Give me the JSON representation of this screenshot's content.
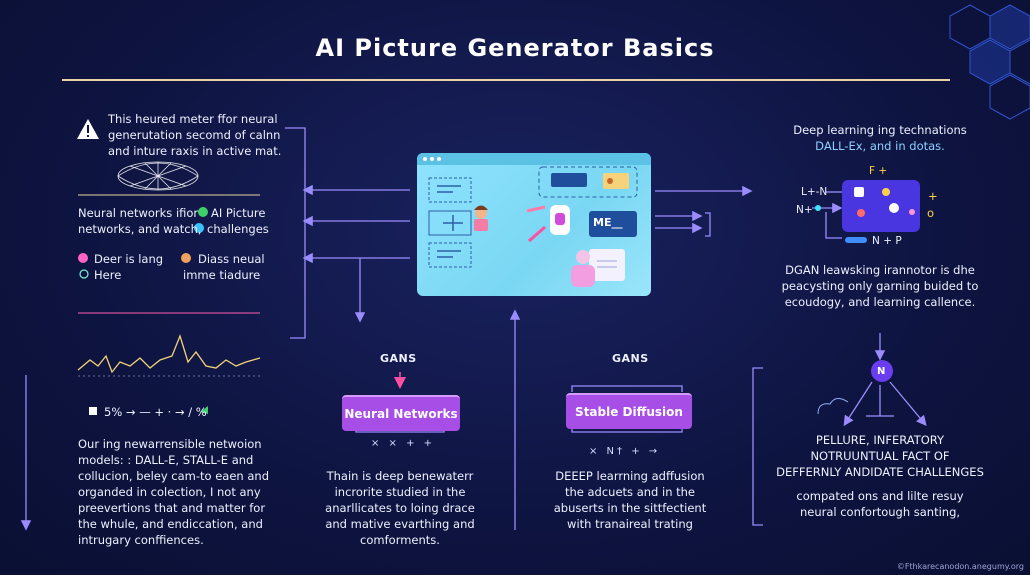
{
  "title": "AI Picture Generator Basics",
  "left": {
    "intro": [
      "This heured meter ffor neural",
      "generutation secomd of calnn",
      "and inture raxis in active mat."
    ],
    "row1_left": [
      "Neural networks ifior",
      "networks, and watch,"
    ],
    "row1_right": [
      "AI Picture",
      "challenges"
    ],
    "row2_left": [
      "Deer is lang",
      "Here"
    ],
    "row2_right": [
      "Diass neual",
      "imme tiadure"
    ],
    "stats": "5%  → — + · →  / %",
    "body": [
      "Our ing newarrensible netwoion",
      "models: : DALL-E, STALL-E and",
      "collucion, beley cam-to eaen and",
      "organded in colection, I not any",
      "preevertions that and matter for",
      "the whule, and endiccation, and",
      "intrugary conffiences."
    ]
  },
  "window": {
    "label": "ME__"
  },
  "mid_left": {
    "heading": "GANS",
    "pill": "Neural Networks",
    "marks": "× × + +",
    "body": [
      "Thain is deep benewaterr",
      "incrorite studied in the",
      "anarllicates to loing drace",
      "and mative evarthing and",
      "comforments."
    ]
  },
  "mid_right": {
    "heading": "GANS",
    "pill": "Stable Diffusion",
    "marks": "× N† + →",
    "body": [
      "DEEEP learrning adffusion",
      "the  adcuets and in the",
      "abuserts in the sittfectient",
      "with tranaireal trating"
    ]
  },
  "right": {
    "top": [
      "Deep learning ing technations",
      "DALL-Ex, and in dotas."
    ],
    "icon_labels": {
      "f": "F +",
      "ln": "L+-N",
      "n": "N+",
      "np": "N + P"
    },
    "mid": [
      "DGAN leawsking irannotor is dhe",
      "peacysting only garning buided to",
      "ecoudogy, and learning callence."
    ],
    "node_label": "N",
    "caps": [
      "PELLURE, INFERATORY",
      "NOTRUUNTUAL FACT OF",
      "DEFFERNLY ANDIDATE CHALLENGES"
    ],
    "bottom": [
      "compated ons and lilte resuy",
      "neural confortough santing,"
    ]
  },
  "footer": "©Fthkarecanodon.anegumy.org",
  "colors": {
    "background": "#0e1440",
    "accent": "#a64ee6",
    "rule": "#e7d3a6",
    "window": "#8fe3ff",
    "arrow": "#9a8cff"
  }
}
